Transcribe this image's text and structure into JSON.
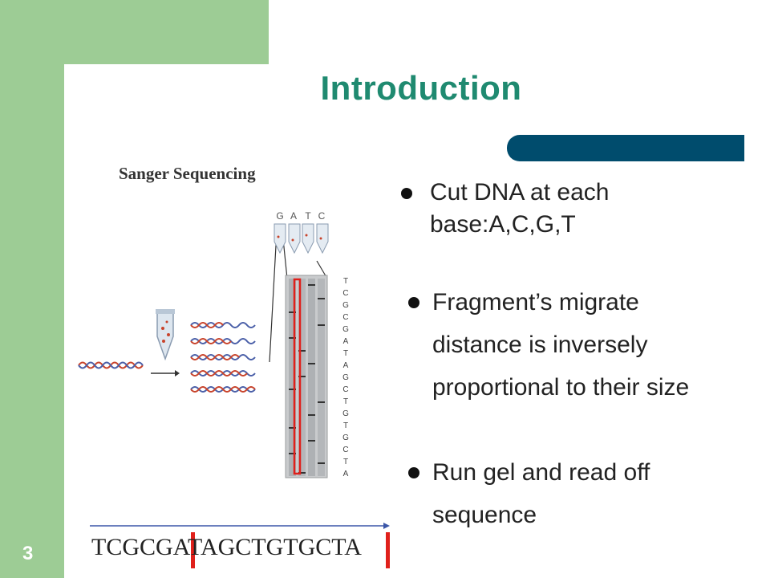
{
  "slide": {
    "title": "Introduction",
    "subtitle": "Sanger Sequencing",
    "number": "3"
  },
  "bullets": [
    {
      "text": "Cut DNA at each base:A,C,G,T"
    },
    {
      "text": "Fragment’s migrate distance is inversely proportional to their size"
    },
    {
      "text": "Run gel and read off sequence"
    }
  ],
  "figure": {
    "lane_labels": [
      "G",
      "A",
      "T",
      "C"
    ],
    "gel_read_letters": [
      "T",
      "C",
      "G",
      "C",
      "G",
      "A",
      "T",
      "A",
      "G",
      "C",
      "T",
      "G",
      "T",
      "G",
      "C",
      "T",
      "A"
    ],
    "sequence": "TCGCGATAGCTGTGCTA"
  },
  "colors": {
    "title": "#1f8a70",
    "green_background": "#9dcc95",
    "accent_bar": "#004c6d",
    "highlight_red": "#e0201b",
    "dna_red": "#c8432b",
    "dna_blue": "#4a5fa8"
  }
}
